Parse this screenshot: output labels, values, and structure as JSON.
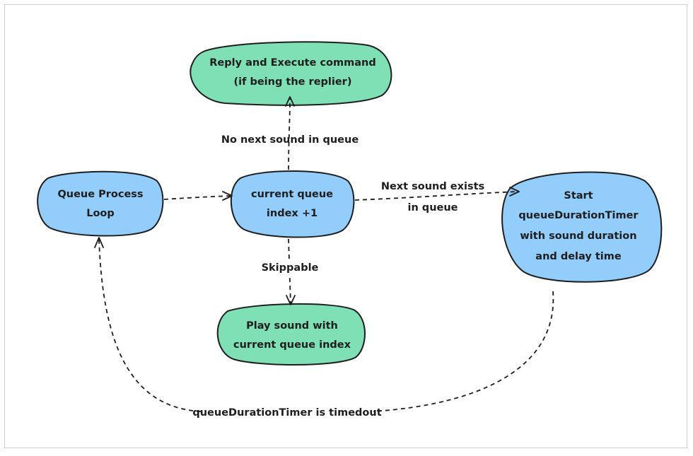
{
  "colors": {
    "blue_fill": "#93cdfc",
    "green_fill": "#7ee0b4",
    "stroke": "#1e1e1e"
  },
  "nodes": {
    "reply_execute": {
      "line1": "Reply and Execute command",
      "line2": "(if being the replier)"
    },
    "queue_loop": {
      "line1": "Queue Process",
      "line2": "Loop"
    },
    "current_index": {
      "line1": "current queue",
      "line2": "index +1"
    },
    "play_sound": {
      "line1": "Play sound with",
      "line2": "current queue index"
    },
    "start_timer": {
      "line1": "Start",
      "line2": "queueDurationTimer",
      "line3": "with sound duration",
      "line4": "and delay time"
    }
  },
  "edges": {
    "no_next_sound": "No next sound in queue",
    "next_sound_exists_1": "Next sound exists",
    "next_sound_exists_2": "in queue",
    "skippable": "Skippable",
    "timer_timedout": "queueDurationTimer is timedout"
  }
}
